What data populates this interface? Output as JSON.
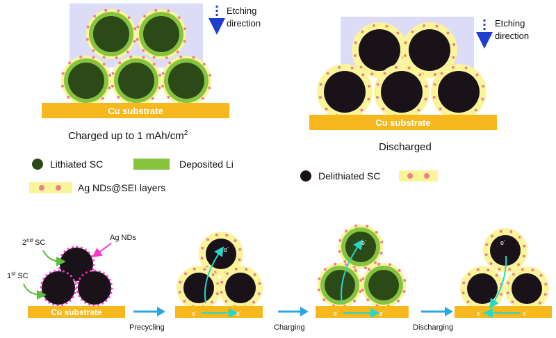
{
  "panels": {
    "charged": {
      "caption": "Charged up to 1 mAh/cm",
      "caption_sup": "2",
      "substrate_label": "Cu substrate",
      "etching_label_1": "Etching",
      "etching_label_2": "direction"
    },
    "discharged": {
      "caption": "Discharged",
      "substrate_label": "Cu substrate",
      "etching_label_1": "Etching",
      "etching_label_2": "direction"
    }
  },
  "legend": {
    "lithiated_sc": "Lithiated SC",
    "deposited_li": "Deposited Li",
    "ag_nds_sei": "Ag NDs@SEI layers",
    "delithiated_sc": "Delithiated SC"
  },
  "process": {
    "second_sc_main": "2",
    "second_sc_sup": "nd",
    "second_sc_suffix": " SC",
    "first_sc_main": "1",
    "first_sc_sup": "st",
    "first_sc_suffix": " SC",
    "ag_nds": "Ag NDs",
    "substrate_label": "Cu substrate",
    "step1": "Precycling",
    "step2": "Charging",
    "step3": "Discharging",
    "electron": "e",
    "electron_sup": "-"
  },
  "colors": {
    "lithiated_core": "#2b4a18",
    "deposited_li": "#86c440",
    "delithiated_core": "#1a1219",
    "sei_yellow": "#fbf59a",
    "ag_dot": "#f08090",
    "substrate": "#f7b81d",
    "etch_arrow": "#1d3fcc",
    "flow_arrow": "#2aa7e0",
    "electron_arrow": "#27d8c6",
    "ag_nd_magenta": "#ff33cc"
  }
}
